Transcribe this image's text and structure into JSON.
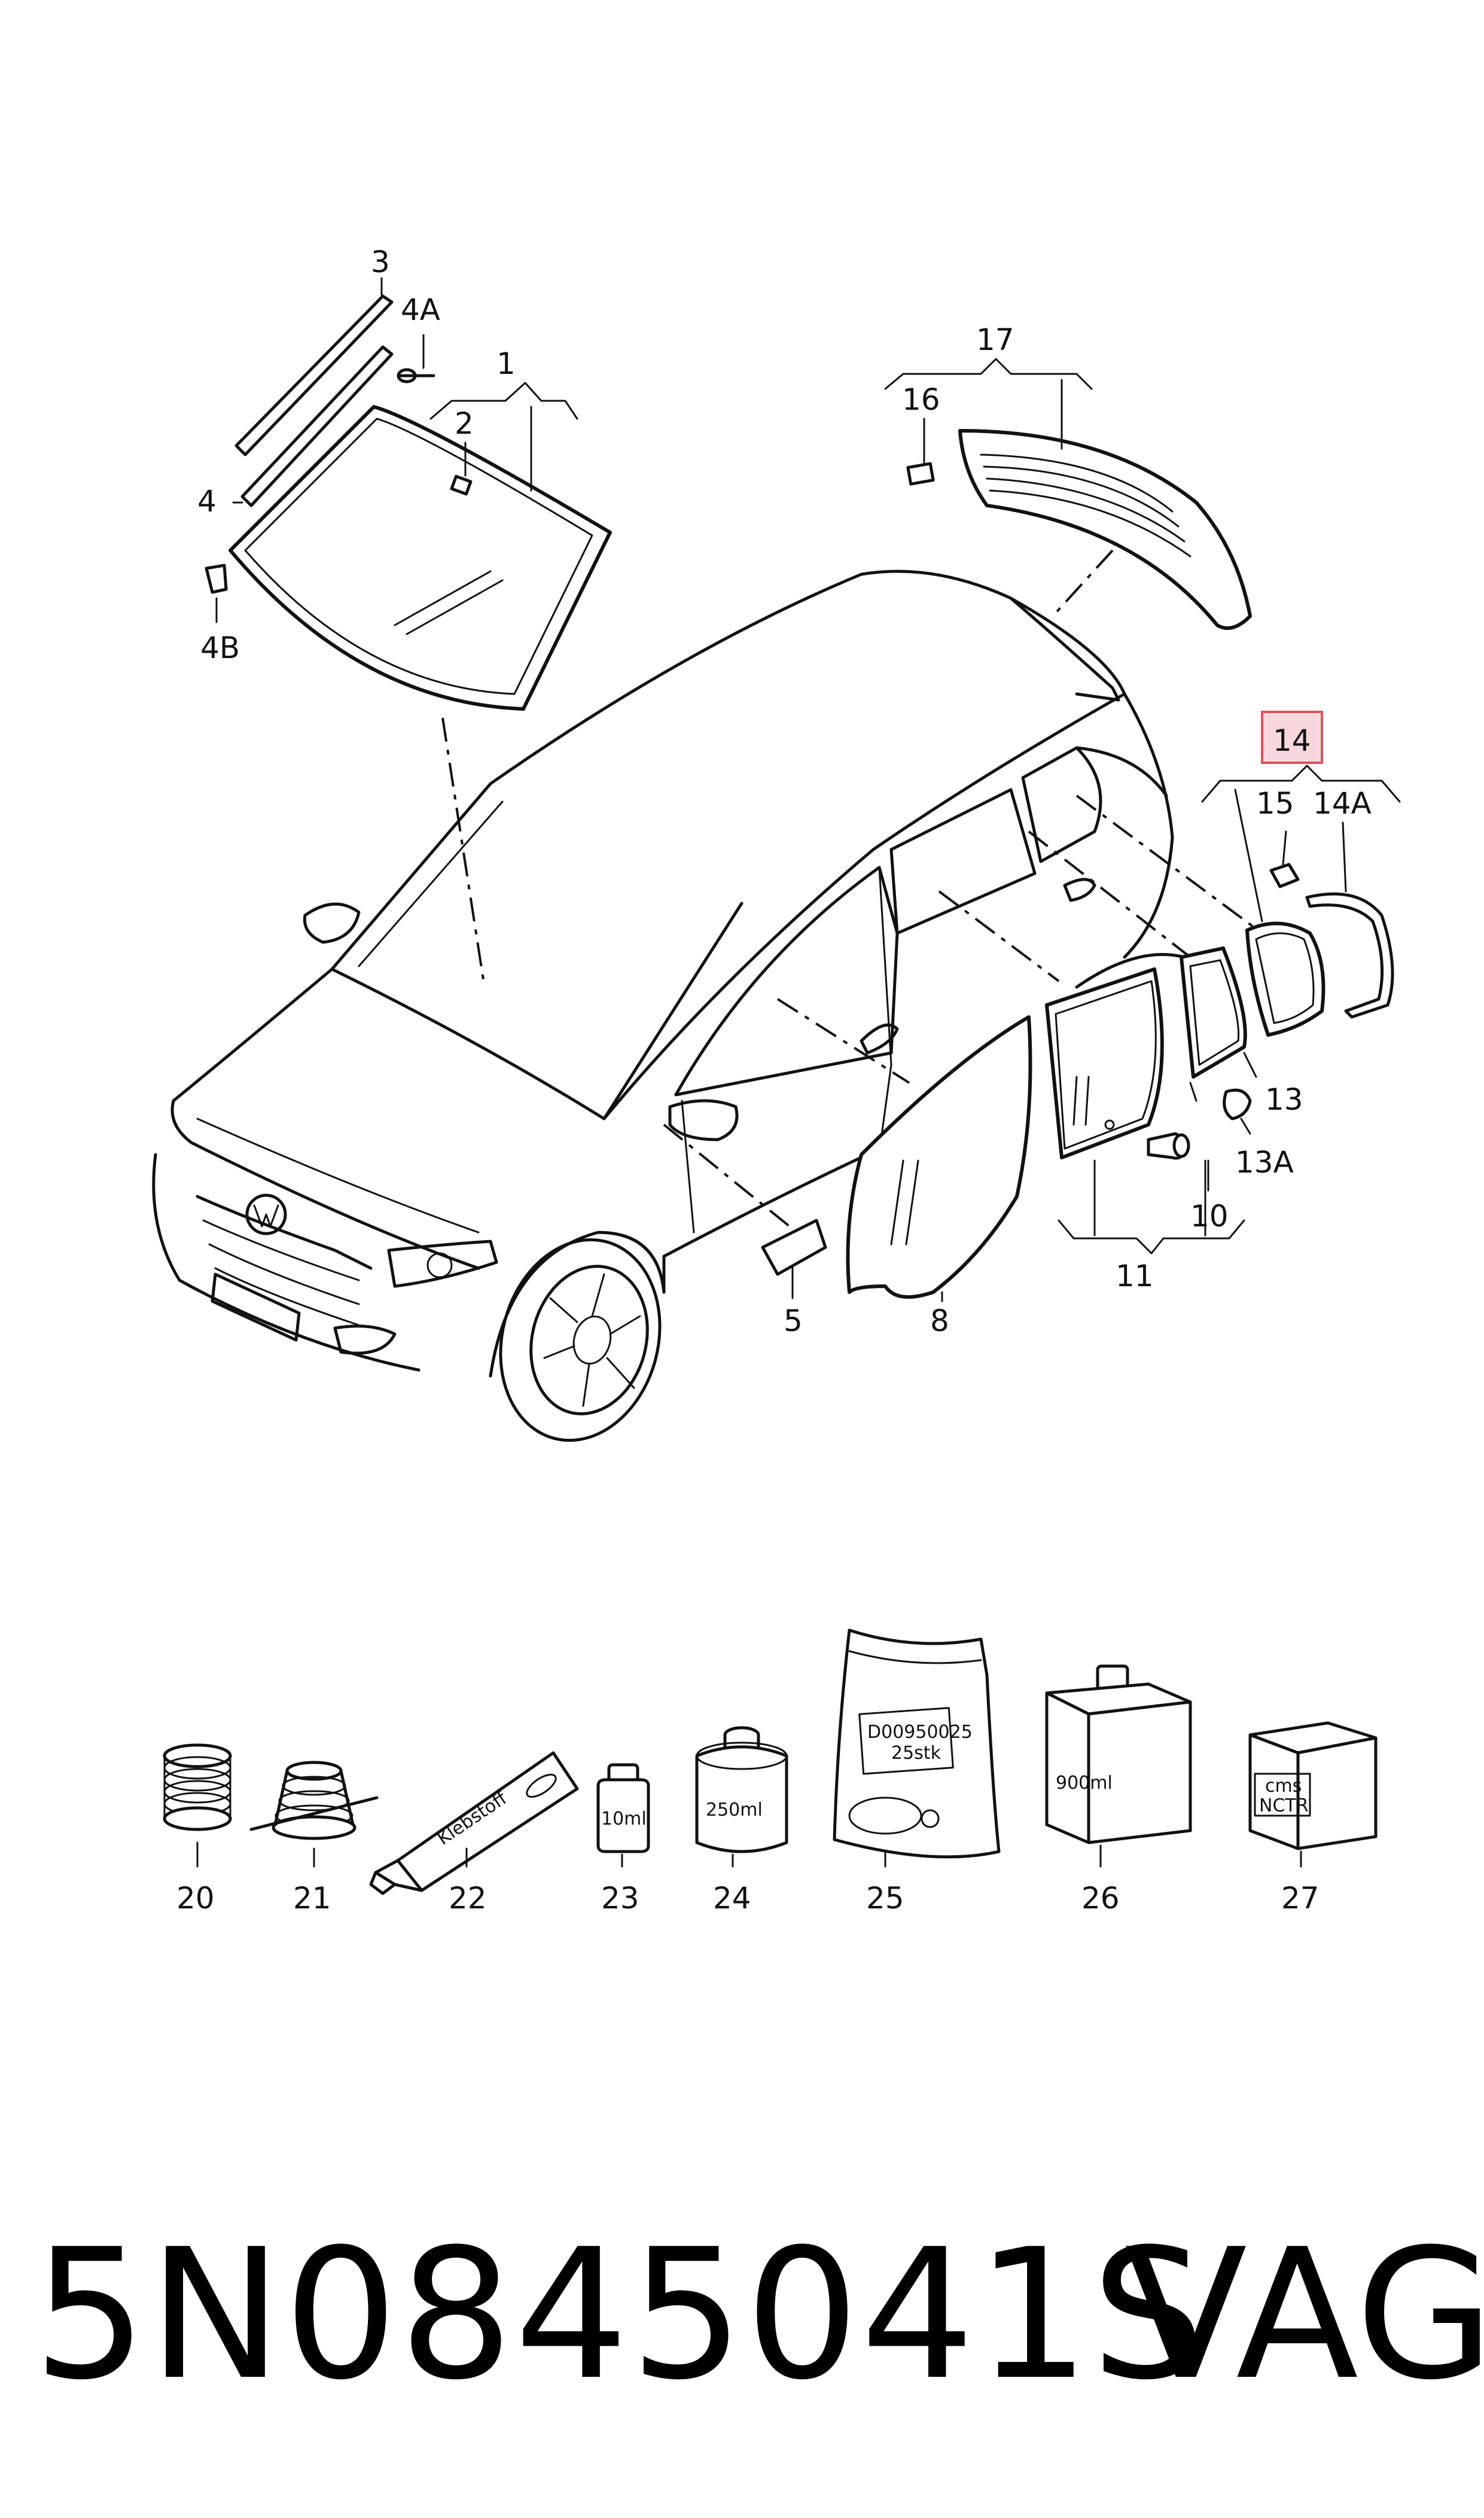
{
  "callouts": {
    "c1": "1",
    "c2": "2",
    "c3": "3",
    "c4": "4",
    "c4a": "4A",
    "c4b": "4B",
    "c5": "5",
    "c8": "8",
    "c10": "10",
    "c11": "11",
    "c13": "13",
    "c13a": "13A",
    "c14": "14",
    "c14a": "14A",
    "c15": "15",
    "c16": "16",
    "c17": "17",
    "c20": "20",
    "c21": "21",
    "c22": "22",
    "c23": "23",
    "c24": "24",
    "c25": "25",
    "c26": "26",
    "c27": "27"
  },
  "highlight_color": "#f8d7dc",
  "highlight_border": "#d9535f",
  "product_labels": {
    "tube": "Klebstoff",
    "bottle_small": "10ml",
    "can": "250ml",
    "bag_line1": "D00950025",
    "bag_line2": "25stk",
    "canister": "900ml",
    "box_line1": "cms",
    "box_line2": "NCTR"
  },
  "footer": {
    "part_number": "5N0845041S",
    "brand": "VAG"
  }
}
